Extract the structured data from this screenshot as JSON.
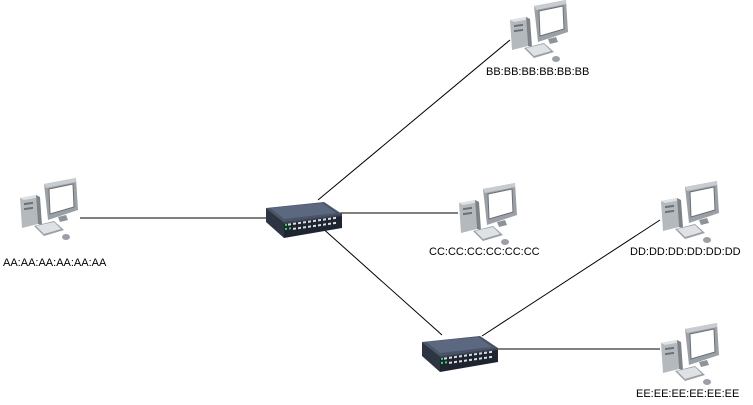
{
  "diagram": {
    "hosts": [
      {
        "id": "host-a",
        "mac": "AA:AA:AA:AA:AA:AA"
      },
      {
        "id": "host-b",
        "mac": "BB:BB:BB:BB:BB:BB"
      },
      {
        "id": "host-c",
        "mac": "CC:CC:CC:CC:CC:CC"
      },
      {
        "id": "host-d",
        "mac": "DD:DD:DD:DD:DD:DD"
      },
      {
        "id": "host-e",
        "mac": "EE:EE:EE:EE:EE:EE"
      }
    ],
    "switches": [
      {
        "id": "switch-1"
      },
      {
        "id": "switch-2"
      }
    ],
    "links": [
      {
        "from": "host-a",
        "to": "switch-1"
      },
      {
        "from": "switch-1",
        "to": "host-b"
      },
      {
        "from": "switch-1",
        "to": "host-c"
      },
      {
        "from": "switch-1",
        "to": "switch-2"
      },
      {
        "from": "switch-2",
        "to": "host-d"
      },
      {
        "from": "switch-2",
        "to": "host-e"
      }
    ],
    "icons": {
      "host": "desktop-computer-icon",
      "switch": "network-switch-icon"
    }
  }
}
